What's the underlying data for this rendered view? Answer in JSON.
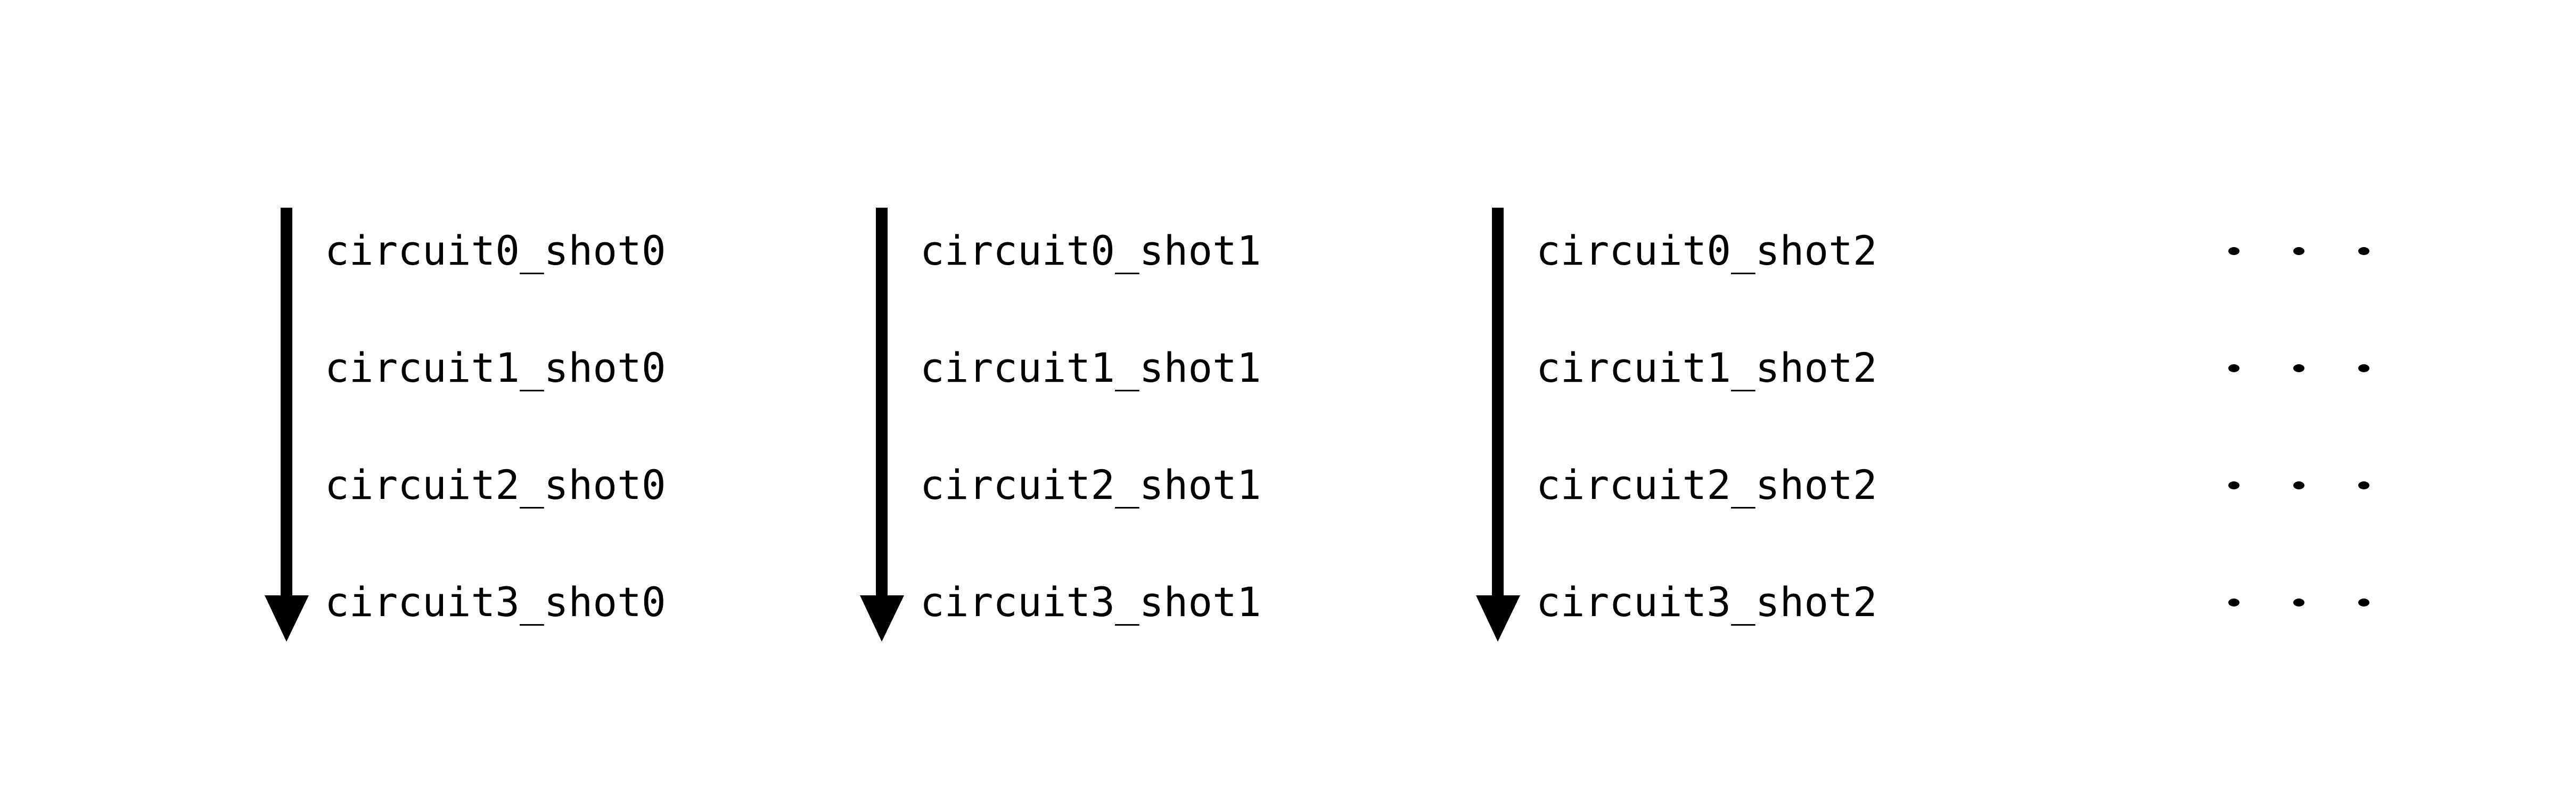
{
  "figure": {
    "background_color": "#ffffff",
    "ink_color": "#000000",
    "columns": [
      {
        "name": "shot0-column",
        "arrow": {
          "name": "down-arrow-icon",
          "direction": "down"
        },
        "labels": [
          "circuit0_shot0",
          "circuit1_shot0",
          "circuit2_shot0",
          "circuit3_shot0"
        ]
      },
      {
        "name": "shot1-column",
        "arrow": {
          "name": "down-arrow-icon",
          "direction": "down"
        },
        "labels": [
          "circuit0_shot1",
          "circuit1_shot1",
          "circuit2_shot1",
          "circuit3_shot1"
        ]
      },
      {
        "name": "shot2-column",
        "arrow": {
          "name": "down-arrow-icon",
          "direction": "down"
        },
        "labels": [
          "circuit0_shot2",
          "circuit1_shot2",
          "circuit2_shot2",
          "circuit3_shot2"
        ]
      }
    ],
    "continuation": {
      "name": "ellipsis-column",
      "symbol": "horizontal-ellipsis",
      "dot_count": 3,
      "row_count": 4
    }
  }
}
